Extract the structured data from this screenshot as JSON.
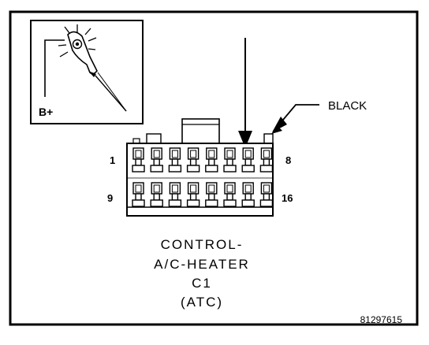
{
  "probe_inset": {
    "label": "B+"
  },
  "connector": {
    "wire_color_label": "BLACK",
    "pins_top": {
      "first": "1",
      "last": "8"
    },
    "pins_bottom": {
      "first": "9",
      "last": "16"
    },
    "title_lines": [
      "CONTROL-",
      "A/C-HEATER",
      "C1",
      "(ATC)"
    ]
  },
  "figure_id": "81297615"
}
